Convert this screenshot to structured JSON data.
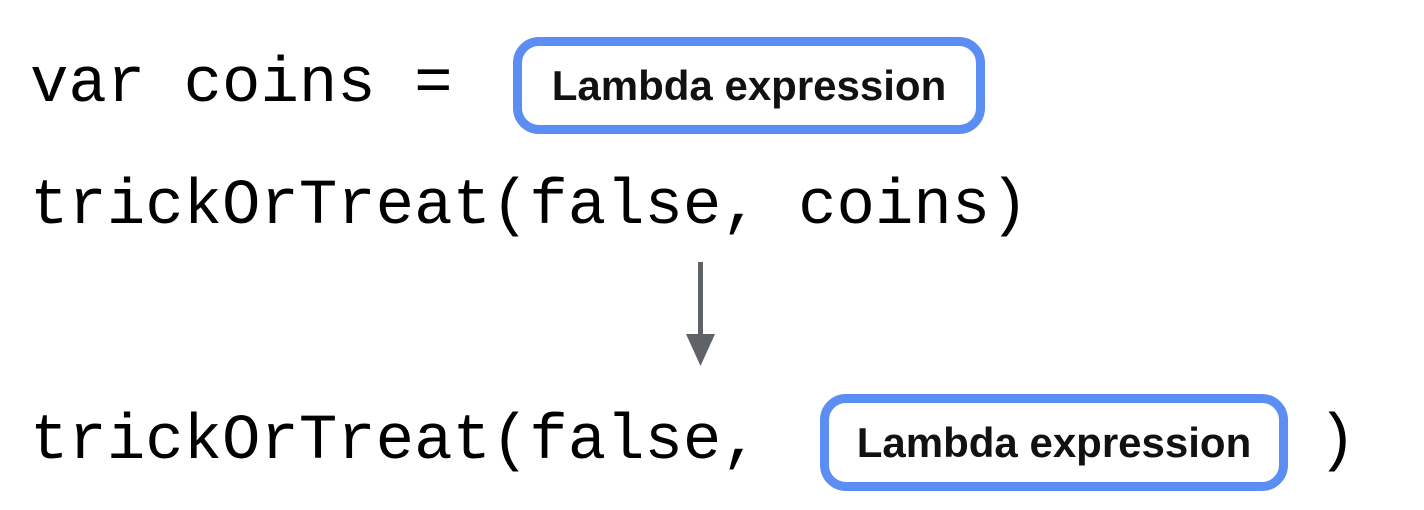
{
  "diagram": {
    "line1": {
      "code": "var coins =",
      "box_label": "Lambda expression"
    },
    "line2": {
      "code": "trickOrTreat(false, coins)"
    },
    "arrow": {
      "direction": "down"
    },
    "line3": {
      "code_before": "trickOrTreat(false,",
      "box_label": "Lambda expression",
      "code_after": ")"
    }
  },
  "colors": {
    "background": "#ffffff",
    "code_text": "#000000",
    "label_text": "#111111",
    "box_border": "#5c8df2",
    "arrow": "#5f6368"
  }
}
